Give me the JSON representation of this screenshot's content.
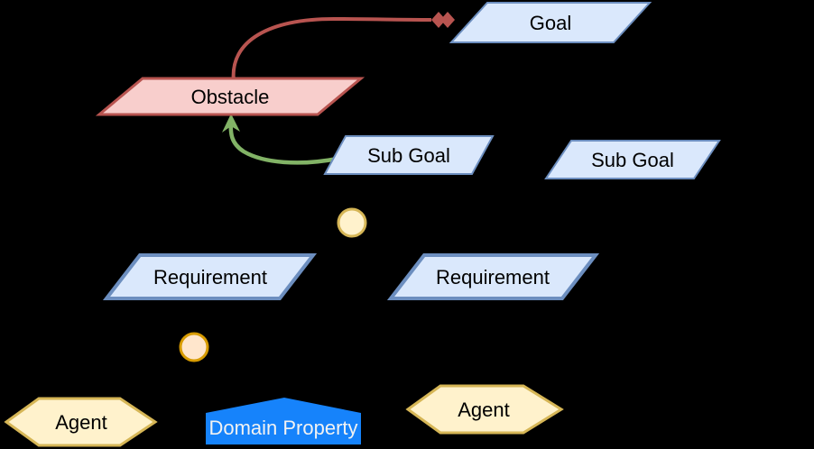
{
  "diagram": {
    "kind": "KAOS goal model",
    "nodes": {
      "goal": {
        "label": "Goal",
        "shape": "parallelogram"
      },
      "obstacle": {
        "label": "Obstacle",
        "shape": "parallelogram"
      },
      "subgoal_left": {
        "label": "Sub Goal",
        "shape": "parallelogram"
      },
      "subgoal_right": {
        "label": "Sub Goal",
        "shape": "parallelogram"
      },
      "requirement_left": {
        "label": "Requirement",
        "shape": "parallelogram"
      },
      "requirement_right": {
        "label": "Requirement",
        "shape": "parallelogram"
      },
      "agent_left": {
        "label": "Agent",
        "shape": "hexagon"
      },
      "agent_right": {
        "label": "Agent",
        "shape": "hexagon"
      },
      "domain_property": {
        "label": "Domain Property",
        "shape": "pentagon"
      },
      "refinement_node_upper": {
        "label": "",
        "shape": "circle"
      },
      "refinement_node_lower": {
        "label": "",
        "shape": "circle"
      }
    },
    "edges": {
      "obstruction": {
        "from": "Obstacle",
        "to": "Goal",
        "head": "double-diamond",
        "color": "#b85450"
      },
      "resolution": {
        "from": "Sub Goal",
        "to": "Obstacle",
        "head": "arrow",
        "color": "#82b366"
      },
      "refinement": {
        "color": "#000000"
      }
    },
    "colors": {
      "background": "#000000",
      "goal_fill": "#dae8fc",
      "goal_stroke": "#6c8ebf",
      "obstacle_fill": "#f8cecc",
      "obstacle_stroke": "#b85450",
      "agent_fill": "#fff2cc",
      "agent_stroke": "#d6b656",
      "circle_upper_fill": "#fff2cc",
      "circle_upper_stroke": "#d6b656",
      "circle_lower_fill": "#ffe6cc",
      "circle_lower_stroke": "#d79b00",
      "domain_property_fill": "#1683fb",
      "domain_property_text": "#f2f2f2",
      "label_text": "#000000"
    }
  }
}
